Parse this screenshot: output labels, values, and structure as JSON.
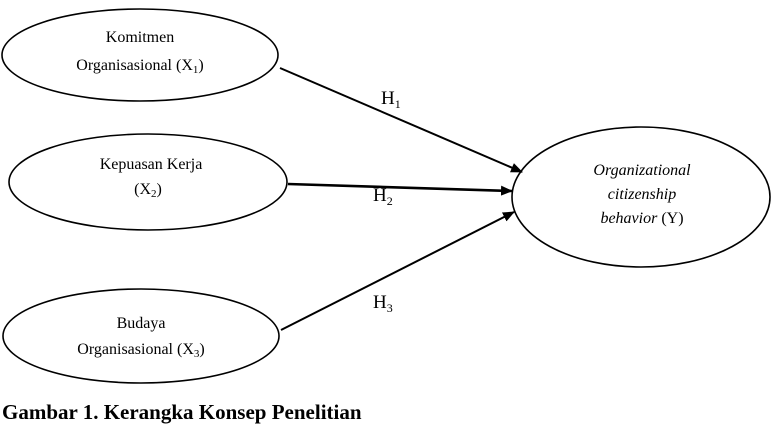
{
  "nodes": {
    "x1": {
      "line1": "Komitmen",
      "line2": "Organisasional (X",
      "sub": "1",
      "close": ")"
    },
    "x2": {
      "line1": "Kepuasan Kerja",
      "line2": "(X",
      "sub": "2",
      "close": ")"
    },
    "x3": {
      "line1": "Budaya",
      "line2": "Organisasional (X",
      "sub": "3",
      "close": ")"
    },
    "y": {
      "line1": "Organizational",
      "line2": "citizenship",
      "line3_italic": "behavior",
      "line3_rest": " (Y)"
    }
  },
  "hypotheses": {
    "h1": {
      "main": "H",
      "sub": "1"
    },
    "h2": {
      "main": "H",
      "sub": "2"
    },
    "h3": {
      "main": "H",
      "sub": "3"
    }
  },
  "caption": "Gambar 1. Kerangka Konsep Penelitian"
}
